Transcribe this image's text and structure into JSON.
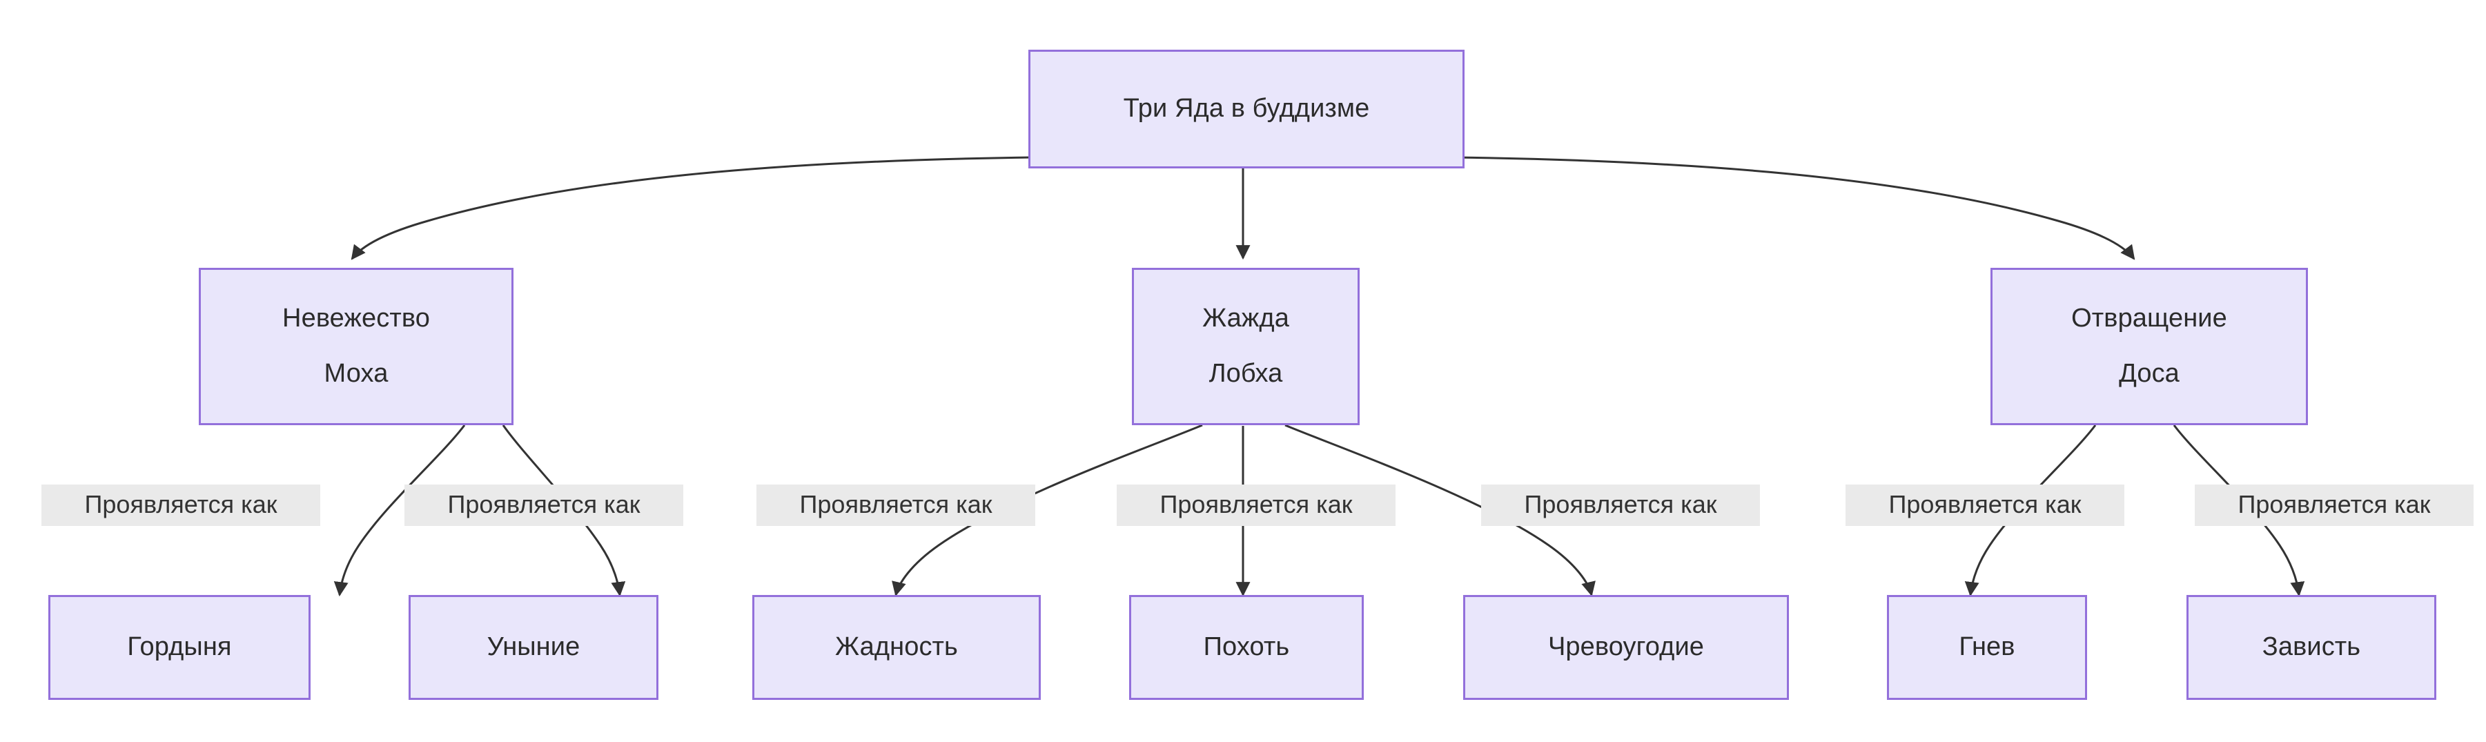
{
  "diagram": {
    "title": "Три Яда в буддизме",
    "type": "flowchart-tree",
    "direction": "top-down",
    "colors": {
      "node_fill": "#E9E6FB",
      "node_border": "#9370DB",
      "node_text": "#2b2b2b",
      "edge_stroke": "#333333",
      "edge_label_background": "#EAEAEA",
      "edge_label_text": "#333333",
      "canvas_background": "#ffffff"
    },
    "nodes": {
      "root": {
        "label": "Три Яда в буддизме",
        "lines": [
          "Три Яда в буддизме"
        ]
      },
      "level2": [
        {
          "id": "moha",
          "lines": [
            "Невежество",
            "Моха"
          ],
          "concept": "Невежество",
          "pali": "Моха"
        },
        {
          "id": "lobha",
          "lines": [
            "Жажда",
            "Лобха"
          ],
          "concept": "Жажда",
          "pali": "Лобха"
        },
        {
          "id": "dosa",
          "lines": [
            "Отвращение",
            "Доса"
          ],
          "concept": "Отвращение",
          "pali": "Доса"
        }
      ],
      "leaves": [
        {
          "id": "pride",
          "label": "Гордыня",
          "parent": "moha"
        },
        {
          "id": "despond",
          "label": "Уныние",
          "parent": "moha"
        },
        {
          "id": "greed",
          "label": "Жадность",
          "parent": "lobha"
        },
        {
          "id": "lust",
          "label": "Похоть",
          "parent": "lobha"
        },
        {
          "id": "gluttony",
          "label": "Чревоугодие",
          "parent": "lobha"
        },
        {
          "id": "anger",
          "label": "Гнев",
          "parent": "dosa"
        },
        {
          "id": "envy",
          "label": "Зависть",
          "parent": "dosa"
        }
      ],
      "leaf_extra": {
        "id": "envy2",
        "label": "Зависть"
      }
    },
    "edge_labels": {
      "manifests_as": "Проявляется как",
      "labels": [
        "Проявляется как",
        "Проявляется как",
        "Проявляется как",
        "Проявляется как",
        "Проявляется как",
        "Проявляется как",
        "Проявляется как"
      ]
    }
  }
}
